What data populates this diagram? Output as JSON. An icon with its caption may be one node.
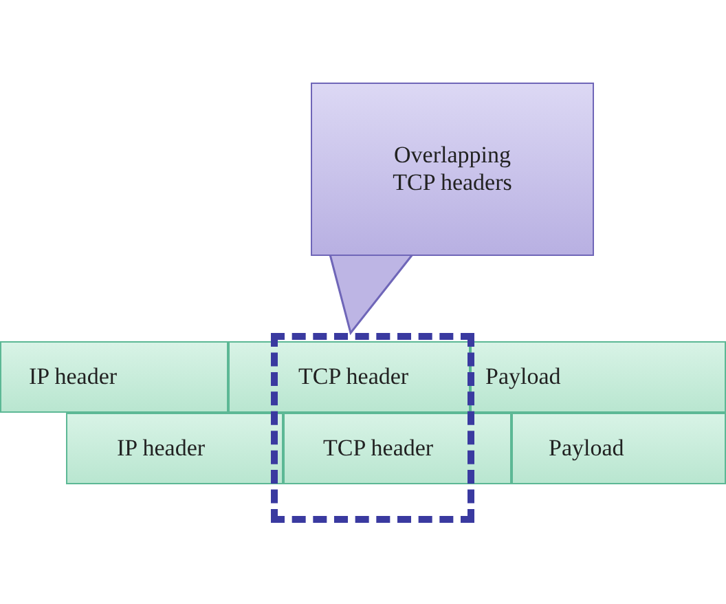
{
  "diagram": {
    "nodes": [
      {
        "text": [
          "Overlapping TCP headers"
        ]
      },
      {
        "text": [
          "IP header"
        ]
      },
      {
        "text": [
          "TCP header"
        ]
      },
      {
        "text": [
          "Payload"
        ]
      },
      {
        "text": [
          "IP header"
        ]
      },
      {
        "text": [
          "TCP header"
        ]
      },
      {
        "text": [
          "Payload"
        ]
      },
      {
        "text": [],
        "shape": "box"
      }
    ],
    "edges": [
      {
        "from": 0,
        "to": 7,
        "arrow": "to"
      }
    ]
  }
}
